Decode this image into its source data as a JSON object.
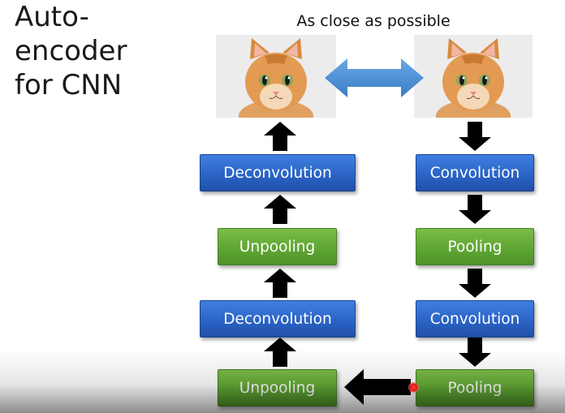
{
  "title": {
    "line1": "Auto-",
    "line2": "encoder",
    "line3": "for CNN"
  },
  "caption": "As close as possible",
  "images": {
    "output_image": "kitten-photo",
    "input_image": "kitten-photo"
  },
  "encoder": [
    {
      "label": "Convolution",
      "kind": "convolution"
    },
    {
      "label": "Pooling",
      "kind": "pooling"
    },
    {
      "label": "Convolution",
      "kind": "convolution"
    },
    {
      "label": "Pooling",
      "kind": "pooling"
    }
  ],
  "decoder": [
    {
      "label": "Deconvolution",
      "kind": "deconvolution"
    },
    {
      "label": "Unpooling",
      "kind": "unpooling"
    },
    {
      "label": "Deconvolution",
      "kind": "deconvolution"
    },
    {
      "label": "Unpooling",
      "kind": "unpooling"
    }
  ],
  "colors": {
    "convolution_box": "#2b64c6",
    "pooling_box": "#5fa634",
    "double_arrow": "#4a8fd3",
    "flow_arrow": "#000000",
    "cursor": "#e01818"
  }
}
